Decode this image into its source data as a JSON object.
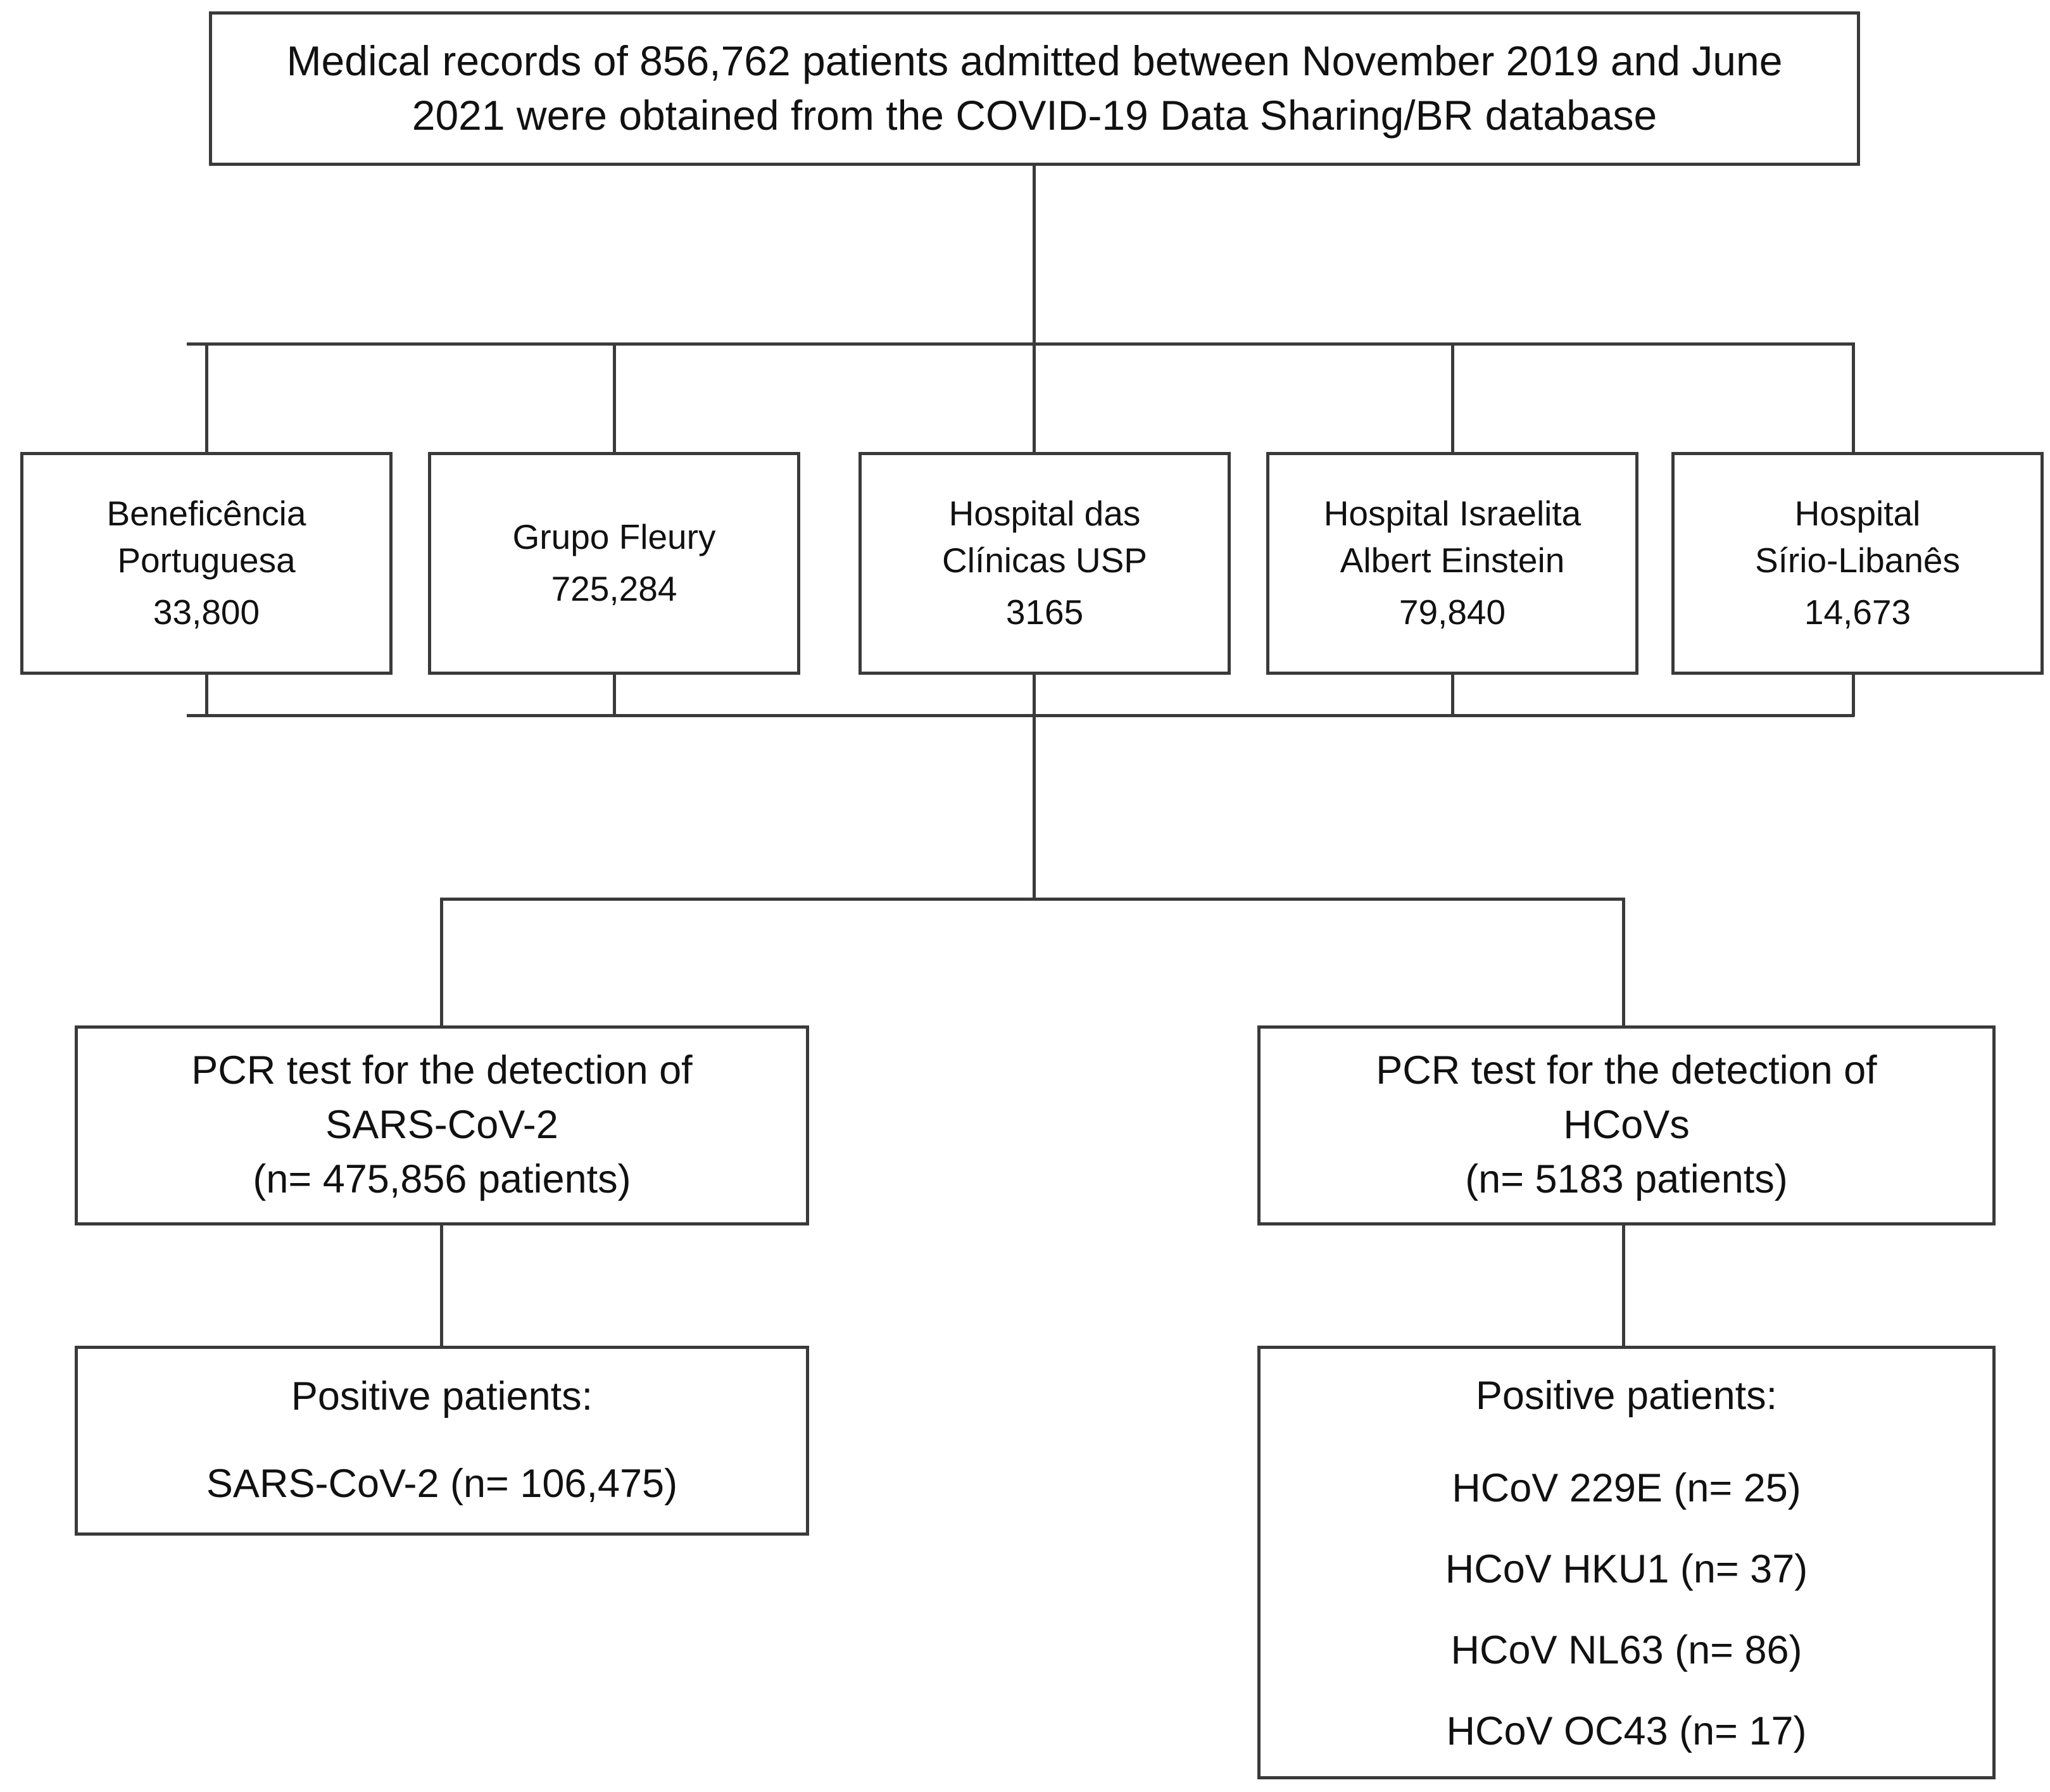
{
  "figure": {
    "type": "flowchart",
    "orientation": "top-down",
    "source_box": {
      "line_1": "Medical records of 856,762 patients admitted between November 2019 and June",
      "line_2": "2021 were obtained from the COVID-19 Data Sharing/BR database",
      "total_patients": "856,762",
      "period_start": "November 2019",
      "period_end": "June 2021",
      "database": "COVID-19 Data Sharing/BR"
    },
    "hospitals": [
      {
        "name_line_1": "Beneficência",
        "name_line_2": "Portuguesa",
        "count": "33,800"
      },
      {
        "name_line_1": "Grupo Fleury",
        "name_line_2": "",
        "count": "725,284"
      },
      {
        "name_line_1": "Hospital das",
        "name_line_2": "Clínicas USP",
        "count": "3165"
      },
      {
        "name_line_1": "Hospital Israelita",
        "name_line_2": "Albert Einstein",
        "count": "79,840"
      },
      {
        "name_line_1": "Hospital",
        "name_line_2": "Sírio-Libanês",
        "count": "14,673"
      }
    ],
    "pcr_tests": [
      {
        "line_1": "PCR test for the detection of",
        "line_2": "SARS-CoV-2",
        "line_3": "(n= 475,856 patients)",
        "target": "SARS-CoV-2",
        "n": "475,856"
      },
      {
        "line_1": "PCR test for the detection of",
        "line_2": "HCoVs",
        "line_3": "(n= 5183 patients)",
        "target": "HCoVs",
        "n": "5183"
      }
    ],
    "positive_results": [
      {
        "heading": "Positive patients:",
        "entries": [
          {
            "label": "SARS-CoV-2 (n= 106,475)",
            "virus": "SARS-CoV-2",
            "n": "106,475"
          }
        ]
      },
      {
        "heading": "Positive patients:",
        "entries": [
          {
            "label": "HCoV 229E (n= 25)",
            "virus": "HCoV 229E",
            "n": "25"
          },
          {
            "label": "HCoV HKU1 (n= 37)",
            "virus": "HCoV HKU1",
            "n": "37"
          },
          {
            "label": "HCoV NL63 (n= 86)",
            "virus": "HCoV NL63",
            "n": "86"
          },
          {
            "label": "HCoV OC43 (n= 17)",
            "virus": "HCoV OC43",
            "n": "17"
          }
        ]
      }
    ],
    "colors": {
      "box_border": "#3a3a3a",
      "connector": "#3a3a3a",
      "text": "#111111",
      "background": "#ffffff"
    }
  }
}
